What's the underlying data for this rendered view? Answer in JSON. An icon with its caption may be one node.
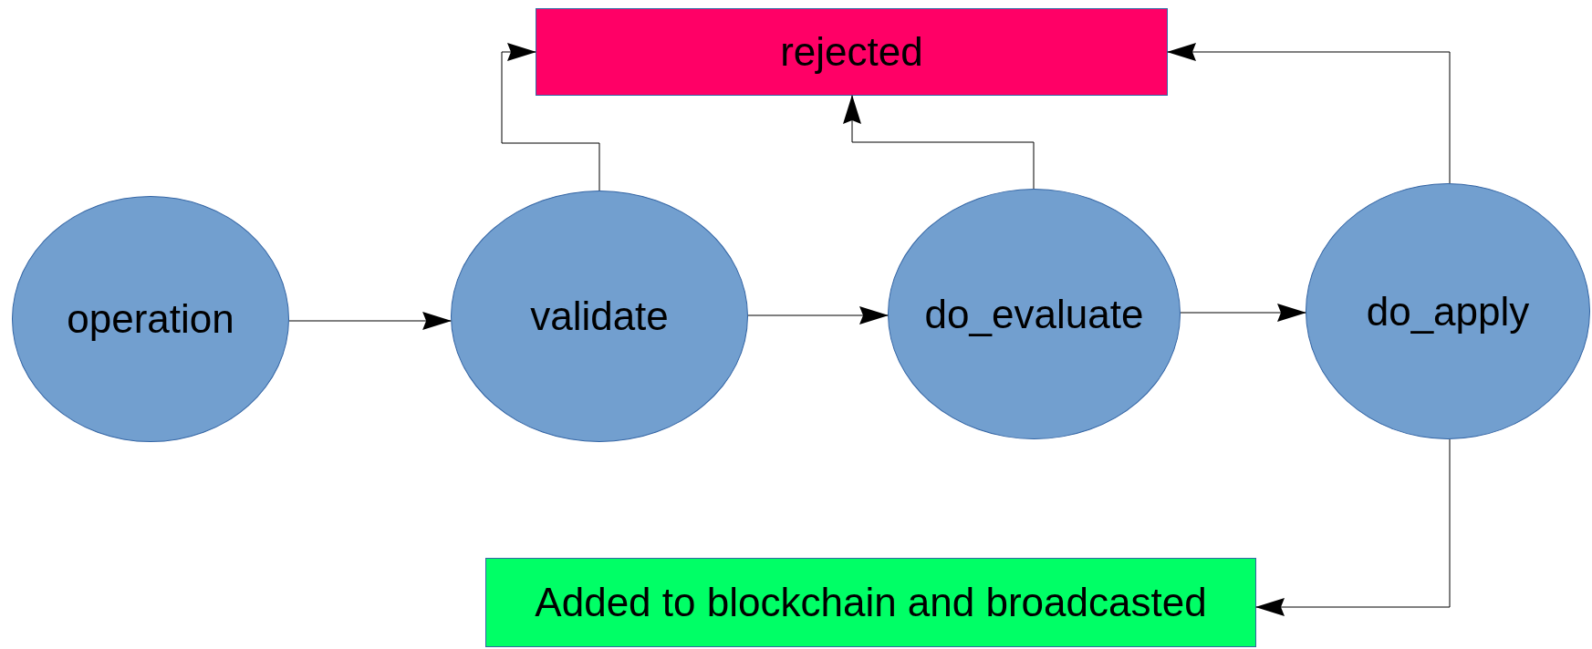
{
  "diagram": {
    "nodes": [
      {
        "text": [
          "rejected"
        ]
      },
      {
        "text": [
          "operation"
        ]
      },
      {
        "text": [
          "validate"
        ]
      },
      {
        "text": [
          "do_evaluate"
        ]
      },
      {
        "text": [
          "do_apply"
        ]
      },
      {
        "text": [
          "Added to blockchain and broadcasted"
        ]
      }
    ],
    "edges": [
      {
        "from": 1,
        "to": 2,
        "arrow": "to"
      },
      {
        "from": 2,
        "to": 3,
        "arrow": "to"
      },
      {
        "from": 3,
        "to": 4,
        "arrow": "to"
      },
      {
        "from": 2,
        "to": 0,
        "arrow": "to"
      },
      {
        "from": 3,
        "to": 0,
        "arrow": "to"
      },
      {
        "from": 4,
        "to": 0,
        "arrow": "to"
      },
      {
        "from": 4,
        "to": 5,
        "arrow": "to"
      }
    ]
  }
}
